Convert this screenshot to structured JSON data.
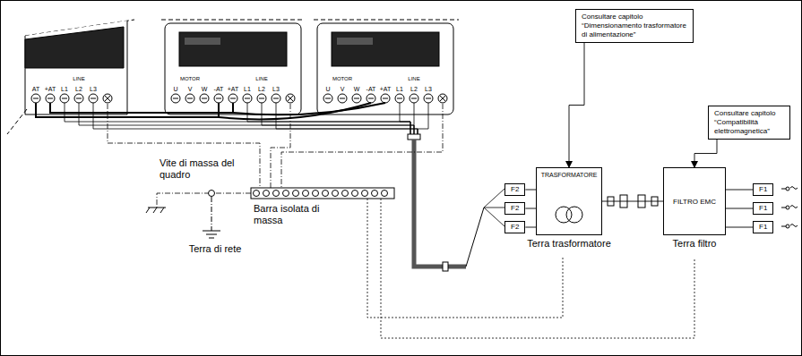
{
  "diagram": {
    "nodes": [
      {
        "text": [
          "Consultare capitolo “Dimensionamento trasformatore di alimentazione”"
        ]
      },
      {
        "text": [
          "Consultare capitolo “Compatibilità elettromagnetica”"
        ]
      },
      {
        "text": [
          "TRASFORMATORE",
          "Terra trasformatore"
        ]
      },
      {
        "text": [
          "FILTRO EMC",
          "Terra filtro"
        ]
      },
      {
        "text": [
          "F2"
        ]
      },
      {
        "text": [
          "F2"
        ]
      },
      {
        "text": [
          "F2"
        ]
      },
      {
        "text": [
          "F1"
        ]
      },
      {
        "text": [
          "F1"
        ]
      },
      {
        "text": [
          "F1"
        ]
      }
    ],
    "edges": [
      {
        "from": 0,
        "to": 2,
        "arrow": "to"
      },
      {
        "from": 1,
        "to": 3,
        "arrow": "to"
      },
      {
        "from": 4,
        "to": 2,
        "arrow": "none"
      },
      {
        "from": 5,
        "to": 2,
        "arrow": "none"
      },
      {
        "from": 6,
        "to": 2,
        "arrow": "none"
      },
      {
        "from": 2,
        "to": 3,
        "arrow": "none"
      },
      {
        "from": 3,
        "to": 7,
        "arrow": "none"
      },
      {
        "from": 3,
        "to": 8,
        "arrow": "none"
      },
      {
        "from": 3,
        "to": 9,
        "arrow": "none"
      }
    ],
    "labels": [
      "AT",
      "+AT",
      "L1",
      "L2",
      "L3",
      "LINE",
      "MOTOR",
      "U",
      "V",
      "W",
      "-AT",
      "+AT",
      "L1",
      "L2",
      "L3",
      "LINE",
      "MOTOR",
      "U",
      "V",
      "W",
      "-AT",
      "+AT",
      "L1",
      "L2",
      "L3",
      "LINE",
      "Vite di massa del quadro",
      "Barra isolata di massa",
      "Terra di rete"
    ]
  }
}
